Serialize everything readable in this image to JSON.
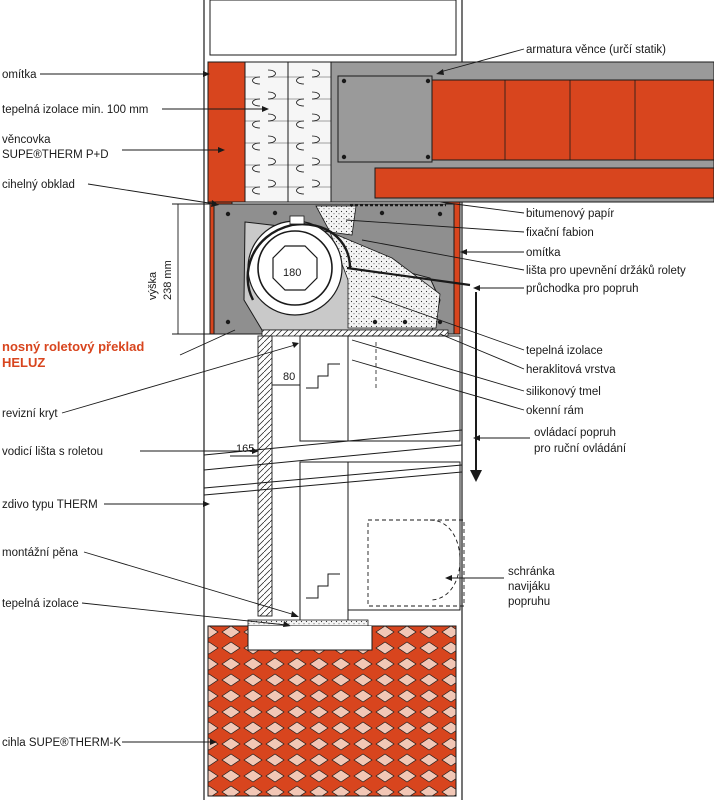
{
  "colors": {
    "brick": "#d8451e",
    "concrete": "#8c8c8c",
    "concrete_light": "#b8b8b8",
    "insulation": "#f3f3f3",
    "outline": "#1a1a1a",
    "accent_text": "#d8451e"
  },
  "labels": {
    "omitka_top": "omítka",
    "tepelna_izolace_100": "tepelná izolace min. 100 mm",
    "vencovka_1": "věncovka",
    "vencovka_2": "SUPE®THERM P+D",
    "cihelny_obklad": "cihelný obklad",
    "nosny_1": "nosný roletový překlad",
    "nosny_2": "HELUZ",
    "revizni_kryt": "revizní kryt",
    "vodici_lista": "vodicí lišta s roletou",
    "zdivo_therm": "zdivo typu THERM",
    "montazni_pena": "montážní pěna",
    "tepelna_izolace_bottom": "tepelná izolace",
    "cihla": "cihla SUPE®THERM-K",
    "armatura": "armatura věnce (určí statik)",
    "bitumenovy": "bitumenový papír",
    "fixacni": "fixační fabion",
    "omitka_right": "omítka",
    "lista_drzaku": "lišta pro upevnění držáků rolety",
    "pruchodka": "průchodka pro popruh",
    "tepelna_izolace_right": "tepelná izolace",
    "heraklitova": "heraklitová vrstva",
    "silikonovy": "silikonový tmel",
    "okenni_ram": "okenní rám",
    "ovladaci_1": "ovládací popruh",
    "ovladaci_2": "pro ruční ovládání",
    "schranka_1": "schránka",
    "schranka_2": "navijáku",
    "schranka_3": "popruhu"
  },
  "dimensions": {
    "vyska_1": "výška",
    "vyska_2": "238 mm",
    "d180": "180",
    "d80": "80",
    "d165": "165"
  }
}
